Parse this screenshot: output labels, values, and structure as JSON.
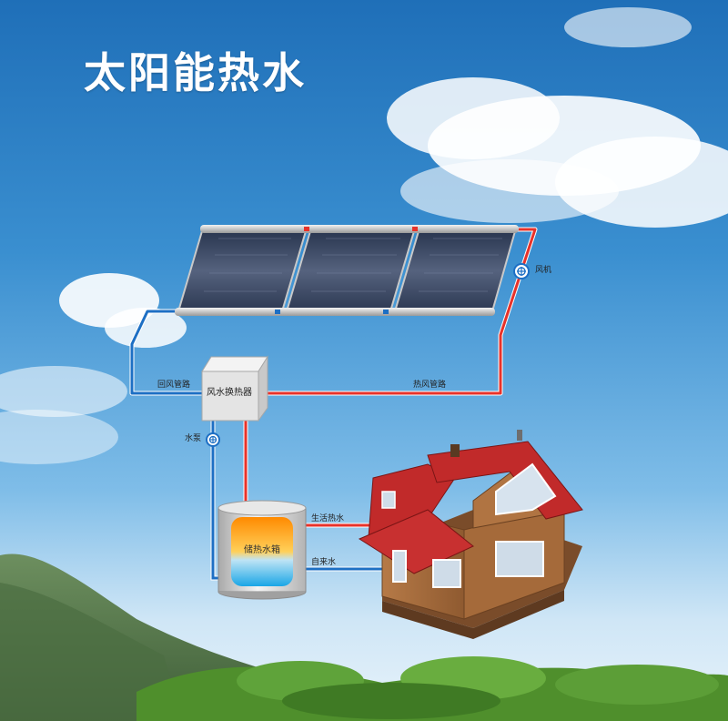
{
  "title": "太阳能热水",
  "labels": {
    "fan": "风机",
    "return_air_pipe": "回风管路",
    "hot_air_pipe": "热风管路",
    "exchanger": "风水换热器",
    "pump": "水泵",
    "domestic_hot_water": "生活热水",
    "tap_water": "自来水",
    "storage_tank": "储热水箱"
  },
  "colors": {
    "hot_pipe": "#e8322a",
    "cold_pipe": "#1d6fc4",
    "sky_top": "#1f6fb8",
    "sky_bottom": "#e8f3fb"
  },
  "icons": {
    "fan": "fan-icon",
    "pump": "pump-icon"
  }
}
